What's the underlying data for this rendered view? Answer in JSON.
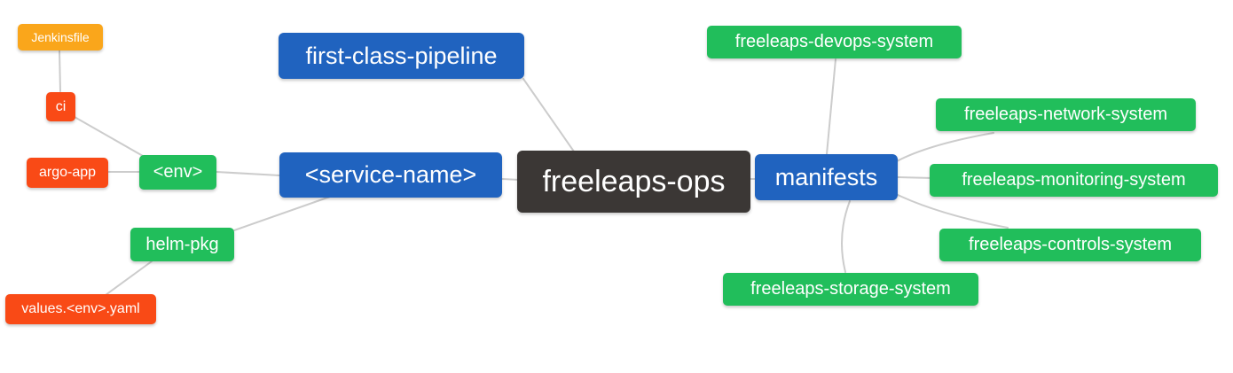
{
  "diagram": {
    "type": "mindmap",
    "root_label": "freeleaps-ops"
  },
  "colors": {
    "root_bg": "#3B3735",
    "level2_bg": "#2063BF",
    "level3_bg": "#21BE5B",
    "level4_bg": "#F94A16",
    "level5_bg": "#FAA61B",
    "edge": "#CCCCCC",
    "text": "#FFFFFF",
    "background": "#FFFFFF"
  },
  "nodes": {
    "root": {
      "label": "freeleaps-ops",
      "level": 1
    },
    "first_class_pipeline": {
      "label": "first-class-pipeline",
      "level": 2
    },
    "service_name": {
      "label": "<service-name>",
      "level": 2
    },
    "manifests": {
      "label": "manifests",
      "level": 2
    },
    "env": {
      "label": "<env>",
      "level": 3
    },
    "helm_pkg": {
      "label": "helm-pkg",
      "level": 3
    },
    "devops_system": {
      "label": "freeleaps-devops-system",
      "level": 3
    },
    "network_system": {
      "label": "freeleaps-network-system",
      "level": 3
    },
    "monitoring_system": {
      "label": "freeleaps-monitoring-system",
      "level": 3
    },
    "controls_system": {
      "label": "freeleaps-controls-system",
      "level": 3
    },
    "storage_system": {
      "label": "freeleaps-storage-system",
      "level": 3
    },
    "ci": {
      "label": "ci",
      "level": 4
    },
    "argo_app": {
      "label": "argo-app",
      "level": 4
    },
    "values_env_yaml": {
      "label": "values.<env>.yaml",
      "level": 4
    },
    "jenkinsfile": {
      "label": "Jenkinsfile",
      "level": 5
    }
  },
  "edges": [
    {
      "from": "freeleaps-ops",
      "to": "first-class-pipeline"
    },
    {
      "from": "freeleaps-ops",
      "to": "<service-name>"
    },
    {
      "from": "freeleaps-ops",
      "to": "manifests"
    },
    {
      "from": "<service-name>",
      "to": "<env>"
    },
    {
      "from": "<service-name>",
      "to": "helm-pkg"
    },
    {
      "from": "<env>",
      "to": "ci"
    },
    {
      "from": "<env>",
      "to": "argo-app"
    },
    {
      "from": "ci",
      "to": "Jenkinsfile"
    },
    {
      "from": "helm-pkg",
      "to": "values.<env>.yaml"
    },
    {
      "from": "manifests",
      "to": "freeleaps-devops-system"
    },
    {
      "from": "manifests",
      "to": "freeleaps-network-system"
    },
    {
      "from": "manifests",
      "to": "freeleaps-monitoring-system"
    },
    {
      "from": "manifests",
      "to": "freeleaps-controls-system"
    },
    {
      "from": "manifests",
      "to": "freeleaps-storage-system"
    }
  ]
}
